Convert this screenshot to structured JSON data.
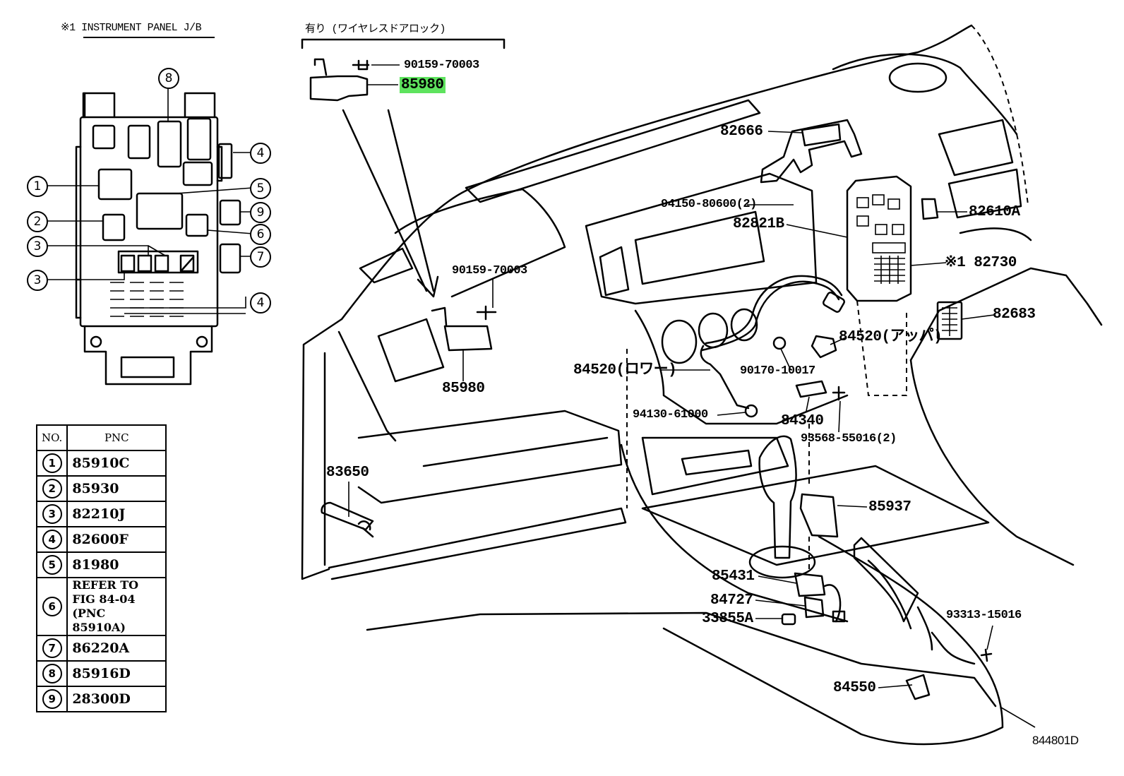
{
  "inset_title": "※1 INSTRUMENT PANEL J/B",
  "inset_bracket_title": "有り (ワイヤレスドアロック)",
  "inset_callouts": [
    "8",
    "4",
    "1",
    "5",
    "9",
    "2",
    "6",
    "3",
    "3",
    "7",
    "4"
  ],
  "table": {
    "header_no": "NO.",
    "header_pnc": "PNC",
    "rows": [
      {
        "no": "1",
        "pnc": "85910C"
      },
      {
        "no": "2",
        "pnc": "85930"
      },
      {
        "no": "3",
        "pnc": "82210J"
      },
      {
        "no": "4",
        "pnc": "82600F"
      },
      {
        "no": "5",
        "pnc": "81980"
      },
      {
        "no": "6",
        "pnc": "REFER TO FIG 84-04 (PNC 85910A)"
      },
      {
        "no": "7",
        "pnc": "86220A"
      },
      {
        "no": "8",
        "pnc": "85916D"
      },
      {
        "no": "9",
        "pnc": "28300D"
      }
    ]
  },
  "labels": {
    "l_90159_top": "90159-70003",
    "l_85980_hl": "85980",
    "l_82666": "82666",
    "l_94150": "94150-80600(2)",
    "l_82821b": "82821B",
    "l_82610a": "82610A",
    "l_82730": "※1 82730",
    "l_90159_mid": "90159-70003",
    "l_82683": "82683",
    "l_84520_up": "84520(アッパ)",
    "l_84520_low": "84520(ロワー)",
    "l_90170": "90170-10017",
    "l_85980": "85980",
    "l_84340": "84340",
    "l_94130": "94130-61000",
    "l_93568": "93568-55016(2)",
    "l_83650": "83650",
    "l_85937": "85937",
    "l_85431": "85431",
    "l_84727": "84727",
    "l_33855a": "33855A",
    "l_93313": "93313-15016",
    "l_84550": "84550",
    "l_fig": "844801D"
  },
  "highlight_color": "#5ee35e"
}
